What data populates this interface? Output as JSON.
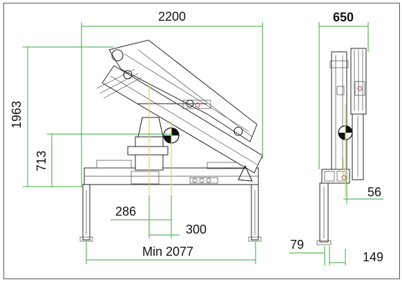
{
  "dimensions": {
    "overall_length": "2200",
    "total_height": "1963",
    "base_height": "713",
    "offset_a": "286",
    "offset_b": "300",
    "min_outrigger_span": "Min 2077",
    "overall_width": "650",
    "side_offset": "56",
    "foot_width": "79",
    "foot_offset": "149"
  }
}
